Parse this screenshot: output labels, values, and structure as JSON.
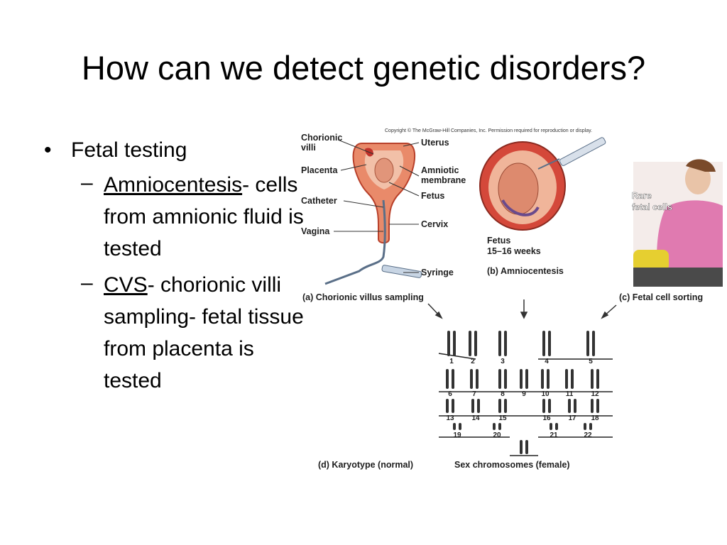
{
  "slide": {
    "title": "How can we detect genetic disorders?",
    "bullet": "Fetal testing",
    "sub1": {
      "term": "Amniocentesis",
      "rest": "- cells from amnionic fluid is tested"
    },
    "sub2": {
      "term": "CVS",
      "rest": "- chorionic villi sampling- fetal tissue from placenta is tested"
    }
  },
  "figure": {
    "copyright": "Copyright © The McGraw-Hill Companies, Inc. Permission required for reproduction or display.",
    "labels": {
      "chorionic_villi_1": "Chorionic",
      "chorionic_villi_2": "villi",
      "placenta": "Placenta",
      "catheter": "Catheter",
      "vagina": "Vagina",
      "uterus": "Uterus",
      "amniotic_1": "Amniotic",
      "amniotic_2": "membrane",
      "fetus": "Fetus",
      "cervix": "Cervix",
      "syringe": "Syringe",
      "fetus_age_1": "Fetus",
      "fetus_age_2": "15–16 weeks",
      "rare_1": "Rare",
      "rare_2": "fetal cells"
    },
    "captions": {
      "a": "(a) Chorionic villus sampling",
      "b": "(b) Amniocentesis",
      "c": "(c) Fetal cell sorting",
      "d": "(d) Karyotype (normal)",
      "sex": "Sex chromosomes (female)"
    },
    "karyotype": {
      "row1": [
        "1",
        "2",
        "3",
        "4",
        "5"
      ],
      "row2": [
        "6",
        "7",
        "8",
        "9",
        "10",
        "11",
        "12"
      ],
      "row3": [
        "13",
        "14",
        "15",
        "16",
        "17",
        "18"
      ],
      "row4": [
        "19",
        "20",
        "21",
        "22"
      ]
    }
  }
}
